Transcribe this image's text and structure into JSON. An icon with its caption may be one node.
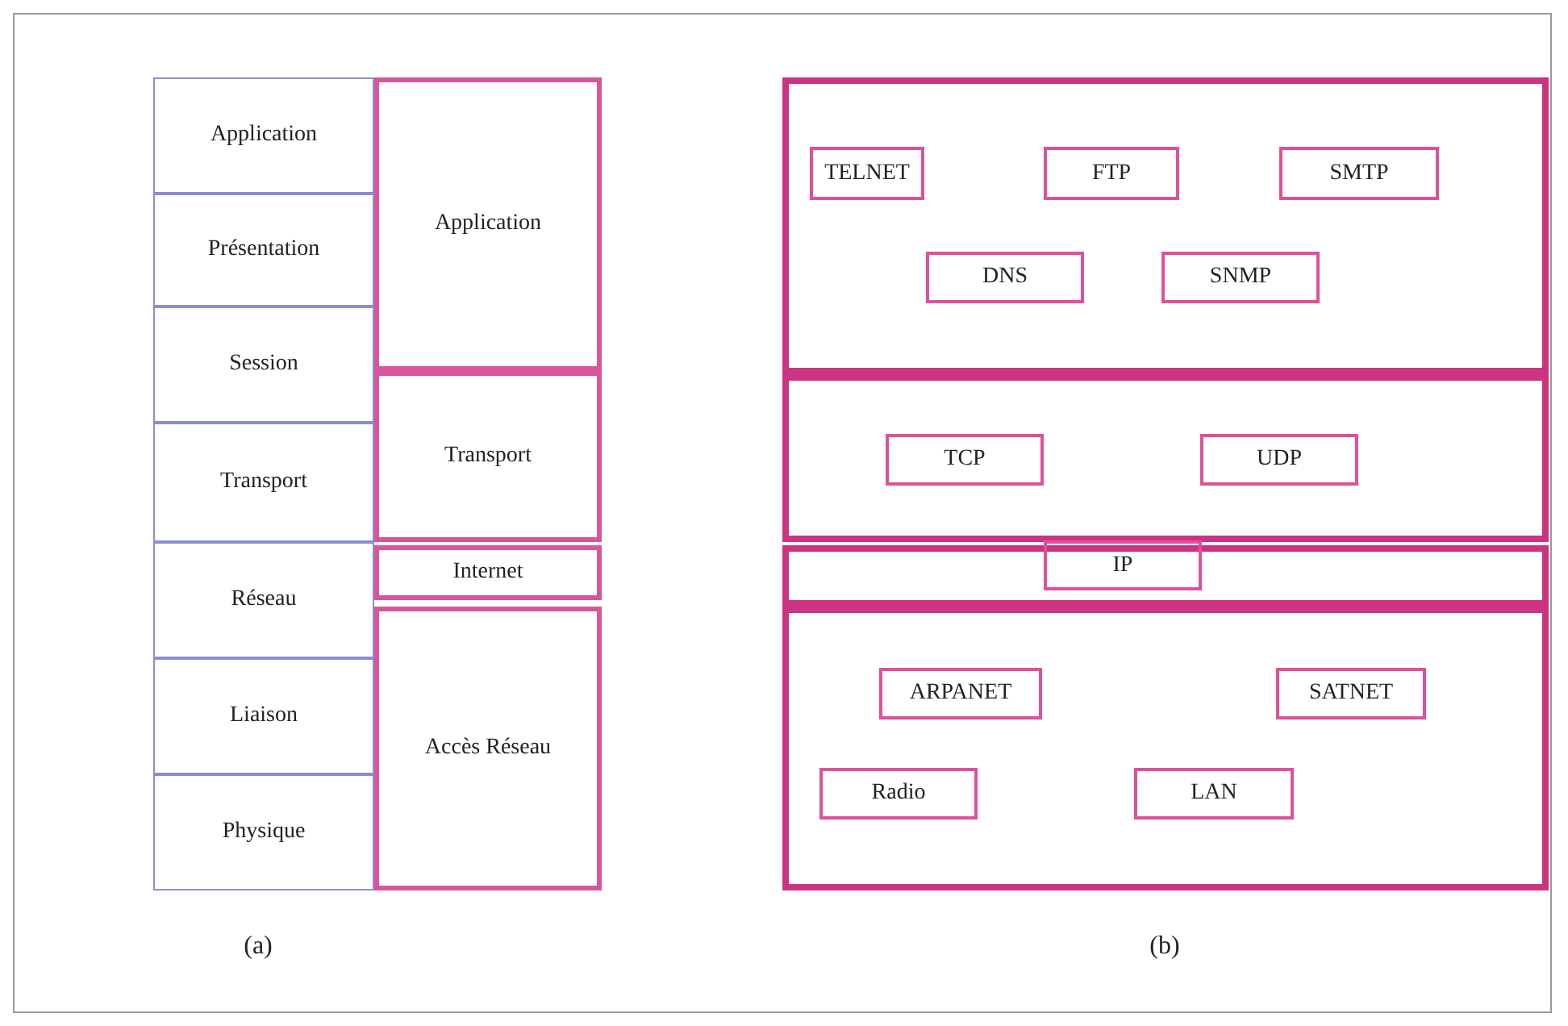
{
  "diagram": {
    "nodes": [
      {
        "text": [
          "Application"
        ]
      },
      {
        "text": [
          "Présentation"
        ]
      },
      {
        "text": [
          "Session"
        ]
      },
      {
        "text": [
          "Transport"
        ]
      },
      {
        "text": [
          "Réseau"
        ]
      },
      {
        "text": [
          "Liaison"
        ]
      },
      {
        "text": [
          "Physique"
        ]
      },
      {
        "text": [
          "Application"
        ]
      },
      {
        "text": [
          "Transport"
        ]
      },
      {
        "text": [
          "Internet"
        ]
      },
      {
        "text": [
          "Accès Réseau"
        ]
      },
      {
        "text": [],
        "shape": "box"
      },
      {
        "text": [
          "TELNET"
        ],
        "in": 11
      },
      {
        "text": [
          "FTP"
        ],
        "in": 11
      },
      {
        "text": [
          "SMTP"
        ],
        "in": 11
      },
      {
        "text": [
          "DNS"
        ],
        "in": 11
      },
      {
        "text": [
          "SNMP"
        ],
        "in": 11
      },
      {
        "text": [],
        "shape": "box"
      },
      {
        "text": [
          "TCP"
        ],
        "in": 17
      },
      {
        "text": [
          "UDP"
        ],
        "in": 17
      },
      {
        "text": [],
        "shape": "box"
      },
      {
        "text": [
          "IP"
        ],
        "in": 20
      },
      {
        "text": [],
        "shape": "box"
      },
      {
        "text": [
          "ARPANET"
        ],
        "in": 22
      },
      {
        "text": [
          "SATNET"
        ],
        "in": 22
      },
      {
        "text": [
          "Radio"
        ],
        "in": 22
      },
      {
        "text": [
          "LAN"
        ],
        "in": 22
      }
    ],
    "edges": [],
    "labels": [
      "(a)",
      "(b)"
    ]
  }
}
